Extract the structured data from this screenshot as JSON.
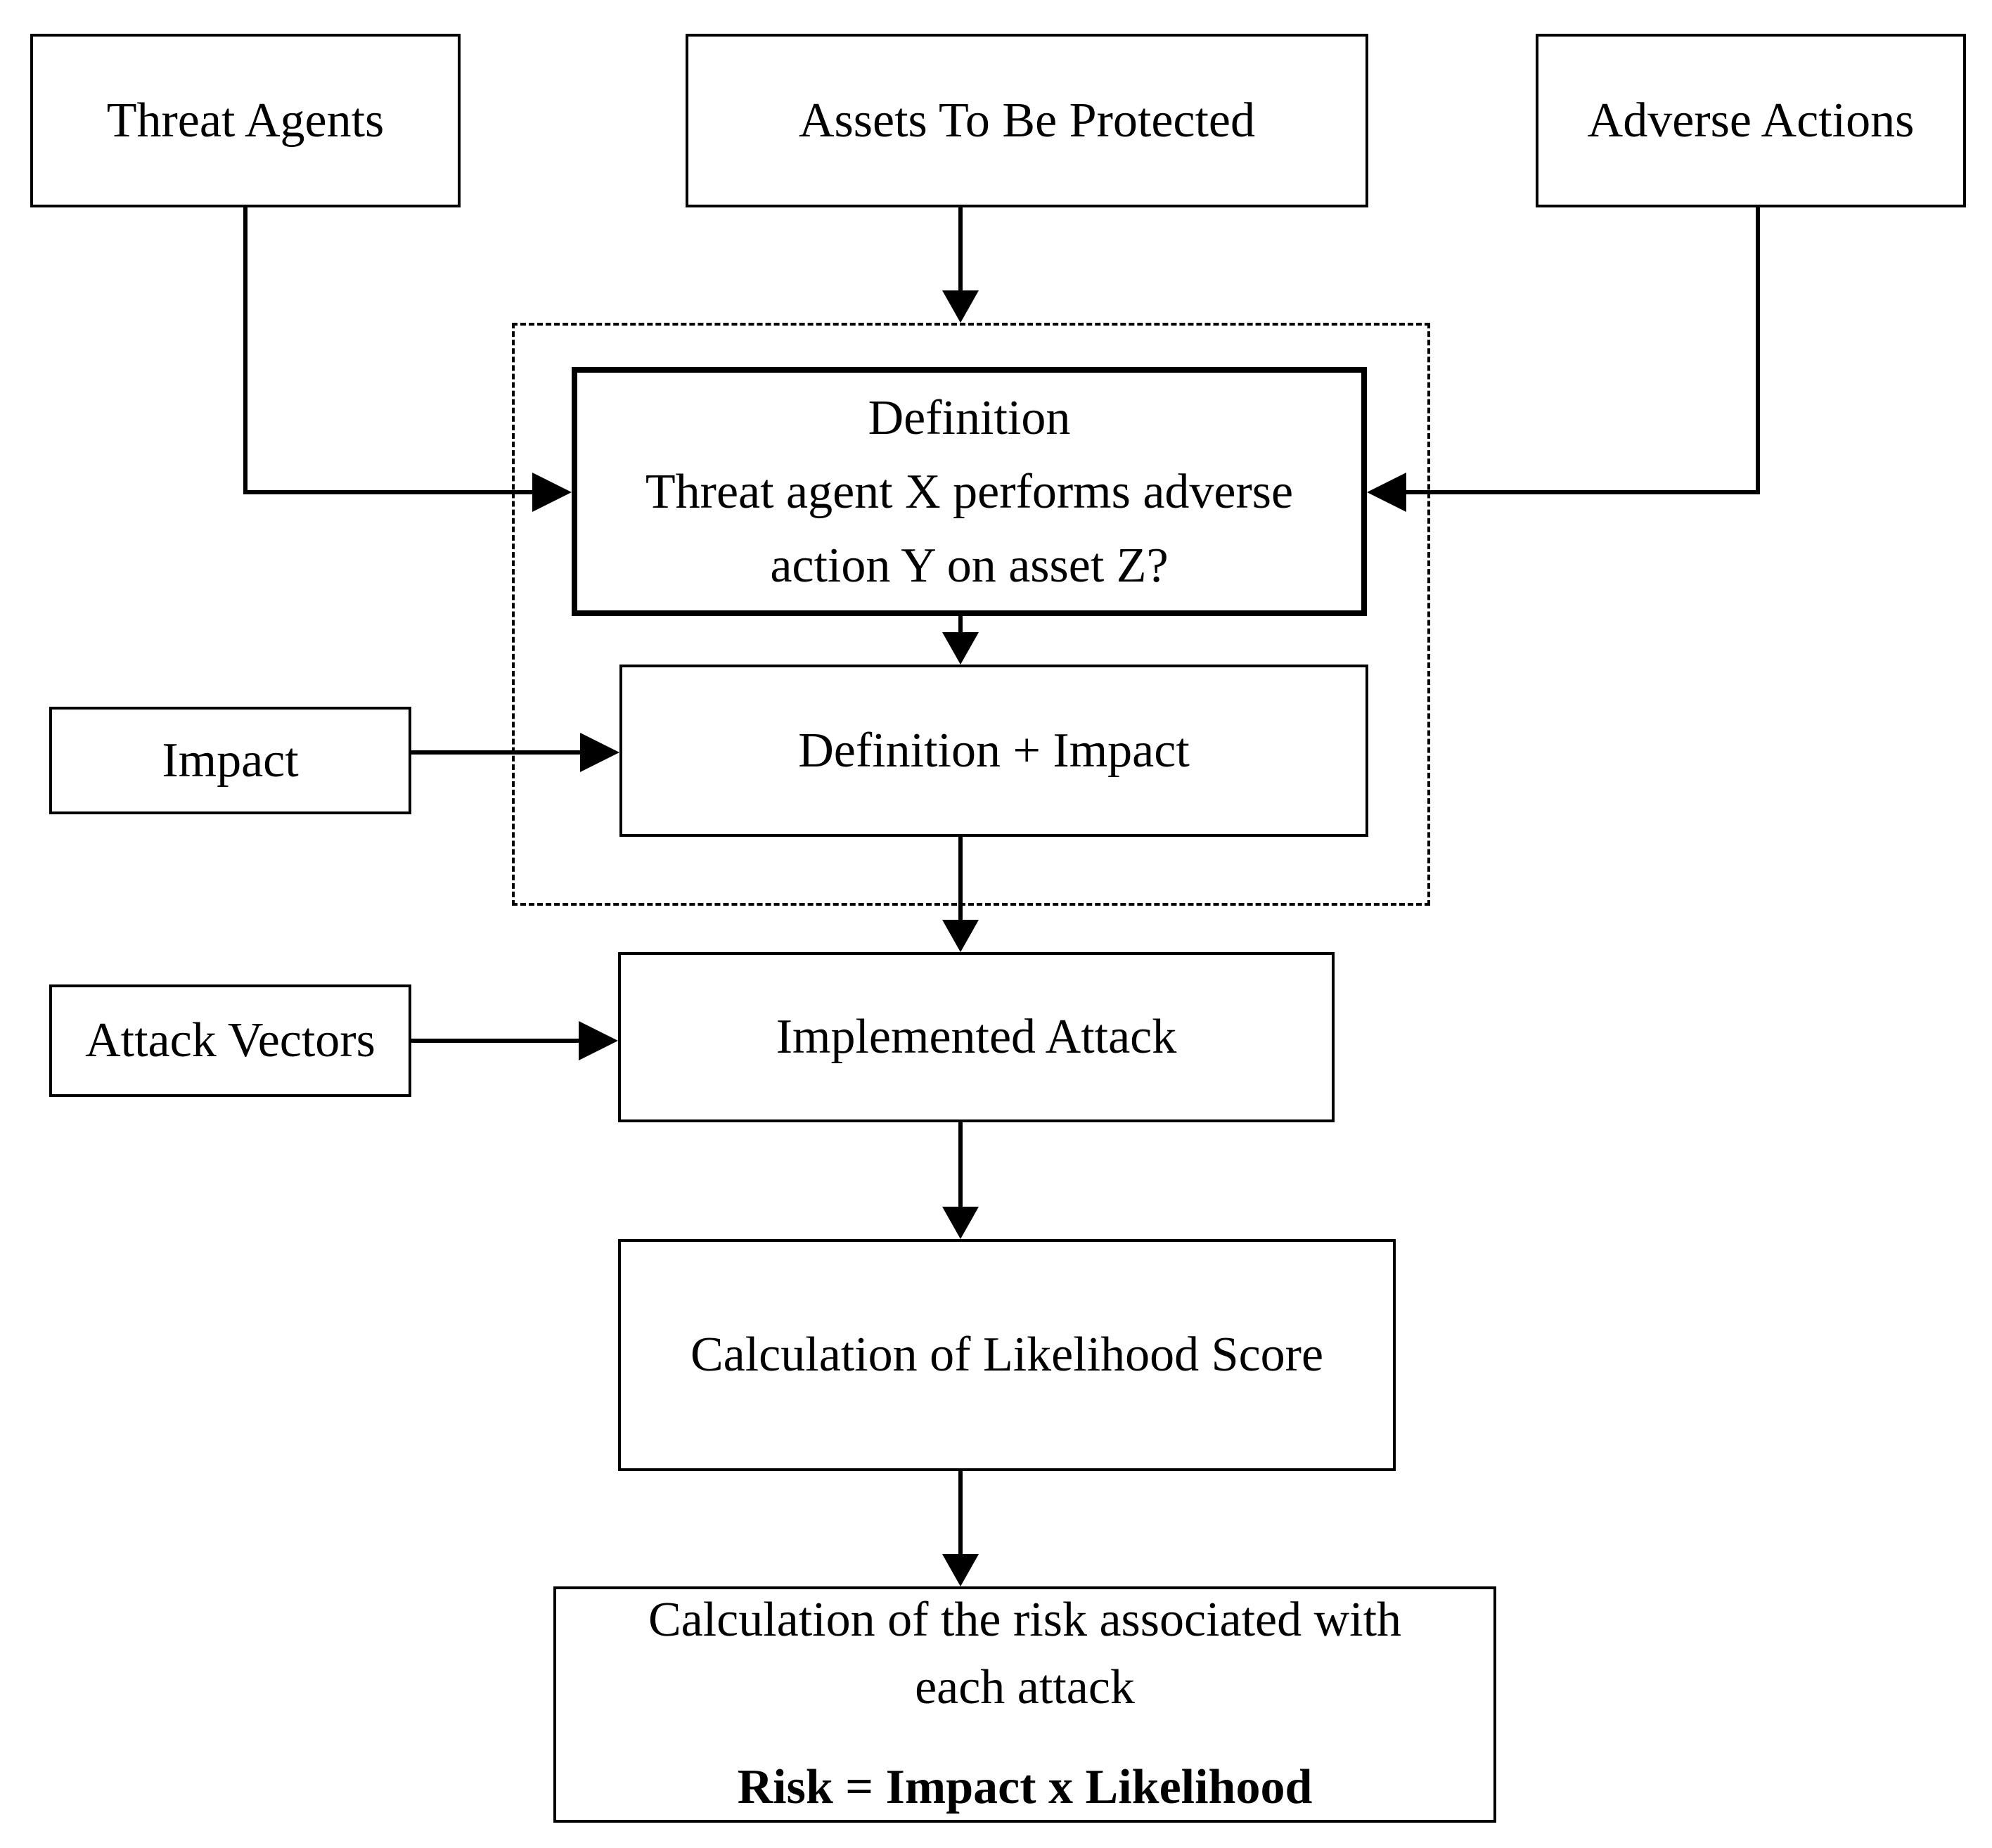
{
  "diagram": {
    "title_semantic": "Risk assessment flowchart",
    "colors": {
      "stroke": "#000000",
      "background": "#ffffff",
      "text": "#000000"
    },
    "boxes": {
      "threat_agents": {
        "label": "Threat Agents"
      },
      "assets": {
        "label": "Assets To Be Protected"
      },
      "adverse_actions": {
        "label": "Adverse Actions"
      },
      "definition": {
        "lines": [
          "Definition",
          "Threat agent X performs adverse",
          "action Y on asset Z?"
        ]
      },
      "definition_impact": {
        "label": "Definition + Impact"
      },
      "impact": {
        "label": "Impact"
      },
      "attack_vectors": {
        "label": "Attack Vectors"
      },
      "implemented_attack": {
        "label": "Implemented Attack"
      },
      "likelihood": {
        "label": "Calculation of Likelihood Score"
      },
      "risk": {
        "lines": [
          "Calculation of the risk associated with",
          "each attack"
        ],
        "formula": "Risk = Impact x Likelihood"
      }
    },
    "edges": [
      "threat_agents -> definition",
      "assets -> definition_group",
      "adverse_actions -> definition",
      "definition -> definition_impact",
      "impact -> definition_impact",
      "definition_impact -> implemented_attack",
      "attack_vectors -> implemented_attack",
      "implemented_attack -> likelihood",
      "likelihood -> risk"
    ]
  }
}
